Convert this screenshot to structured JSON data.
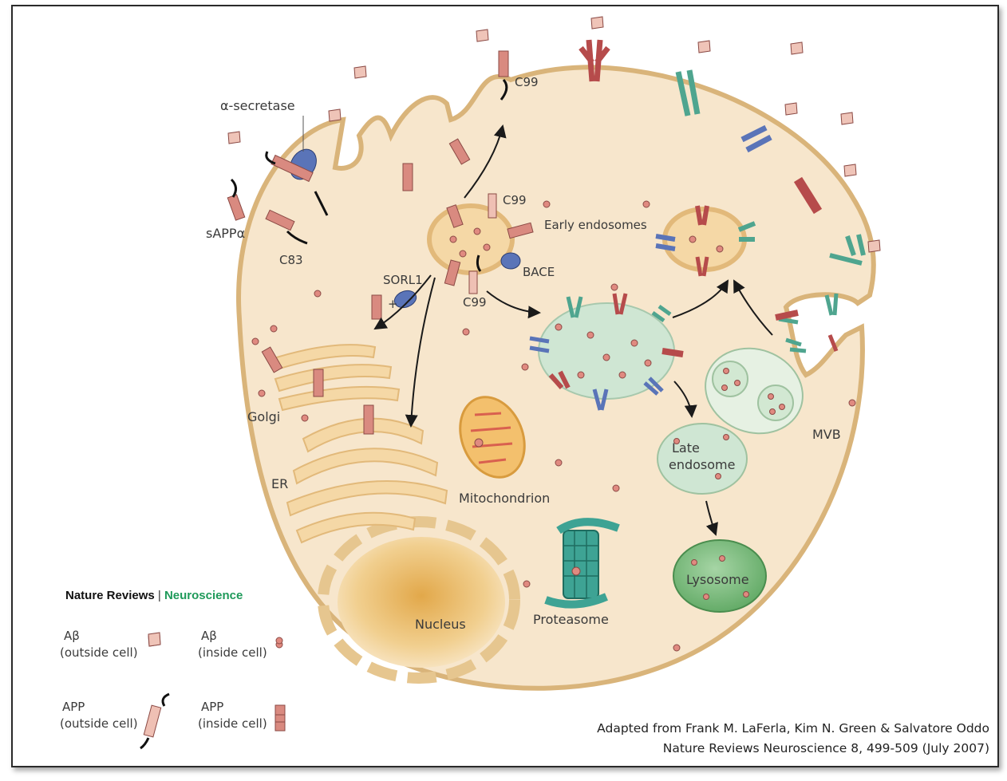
{
  "labels": {
    "alpha_secretase": "α-secretase",
    "sappa": "sAPPα",
    "c83": "C83",
    "c99_top": "C99",
    "c99_endosome": "C99",
    "c99_bottom": "C99",
    "early_endosomes": "Early endosomes",
    "bace": "BACE",
    "sorl1": "SORL1",
    "plus": "+",
    "golgi": "Golgi",
    "er": "ER",
    "mitochondrion": "Mitochondrion",
    "late_endosome_line1": "Late",
    "late_endosome_line2": "endosome",
    "mvb": "MVB",
    "lysosome": "Lysosome",
    "proteasome": "Proteasome",
    "nucleus": "Nucleus"
  },
  "brand": {
    "nature_reviews": "Nature Reviews",
    "separator": " | ",
    "neuroscience": "Neuroscience"
  },
  "legend": {
    "ab_outside_title": "Aβ",
    "ab_outside_sub": "(outside cell)",
    "ab_inside_title": "Aβ",
    "ab_inside_sub": "(inside cell)",
    "app_outside_title": "APP",
    "app_outside_sub": "(outside cell)",
    "app_inside_title": "APP",
    "app_inside_sub": "(inside cell)"
  },
  "credit": {
    "line1": "Adapted from Frank M. LaFerla, Kim N. Green & Salvatore Oddo",
    "line2": "Nature Reviews Neuroscience 8, 499-509 (July 2007)"
  },
  "colors": {
    "cytoplasm": "#f7e6cc",
    "membrane": "#d9b47a",
    "app_red": "#d98a80",
    "app_pink": "#efc0b4",
    "secretase_blue": "#5a74b8",
    "receptor_teal": "#4fa58f",
    "receptor_red": "#b64b4b",
    "endosome_green": "#cfe6d3",
    "lysosome_green": "#7dba80",
    "brand_green": "#1f9a5a"
  }
}
